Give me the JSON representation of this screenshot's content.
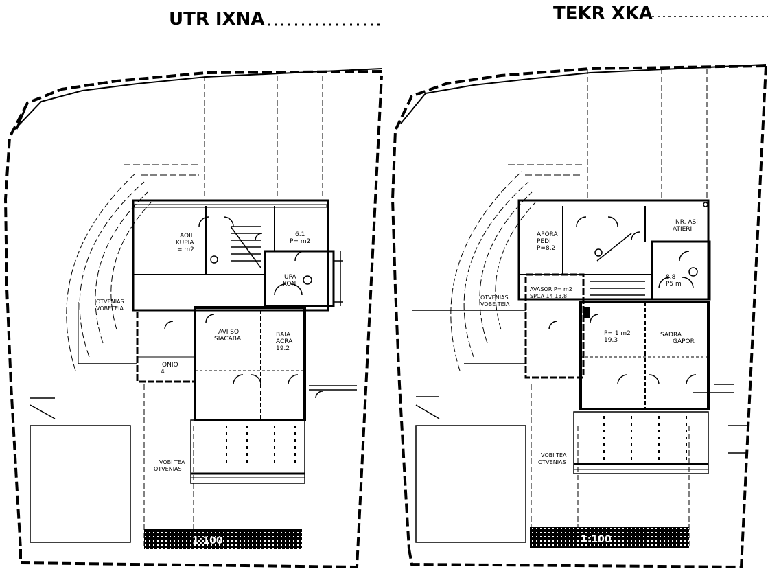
{
  "titles": {
    "left": "UTR IXNA",
    "right": "TEKR XKA"
  },
  "left_plan": {
    "rooms": [
      {
        "line1": "AOII",
        "line2": "KUPIA",
        "line3": "= m2"
      },
      {
        "line1": "6.1",
        "line2": "P= m2",
        "line3": ""
      },
      {
        "line1": "UPA",
        "line2": "KON",
        "line3": ""
      },
      {
        "line1": "AVI SO",
        "line2": "SIACABAI",
        "line3": ""
      },
      {
        "line1": "BAIA",
        "line2": "ACRA",
        "line3": "19.2"
      },
      {
        "line1": "ONIO",
        "line2": "4",
        "line3": ""
      }
    ],
    "labels": [
      {
        "text": "OTVENIAS"
      },
      {
        "text": "VOBETEIA"
      },
      {
        "text": "VOBI TEA"
      },
      {
        "text": "OTVENIAS"
      }
    ]
  },
  "right_plan": {
    "rooms": [
      {
        "line1": "APORA",
        "line2": "PEDI",
        "line3": "P=8.2"
      },
      {
        "line1": "NR. ASI",
        "line2": "ATIERI",
        "line3": ""
      },
      {
        "line1": "AVASOR P= m2",
        "line2": "SPCA 14 13.8",
        "line3": ""
      },
      {
        "line1": "8.8",
        "line2": "P5 m",
        "line3": ""
      },
      {
        "line1": "P= 1 m2",
        "line2": "19.3",
        "line3": ""
      },
      {
        "line1": "SADRA",
        "line2": "GAPOR",
        "line3": ""
      }
    ],
    "labels": [
      {
        "text": "OTVENIAS"
      },
      {
        "text": "VOBE TEIA"
      },
      {
        "text": "VOBI TEA"
      },
      {
        "text": "OTVENIAS"
      }
    ]
  },
  "scale_bars": {
    "left": "1:100",
    "right": "1:100"
  }
}
